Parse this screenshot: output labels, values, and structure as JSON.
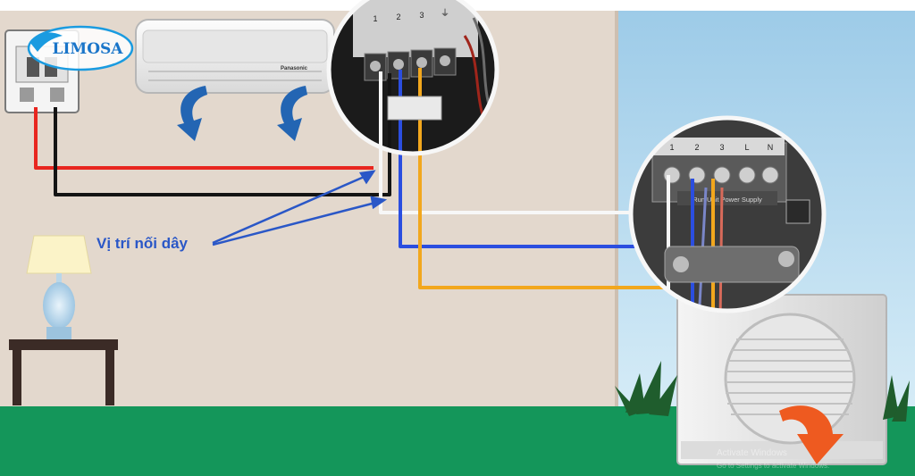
{
  "logo": {
    "text": "LIMOSA"
  },
  "indoor_unit": {
    "brand": "Panasonic"
  },
  "annotation": {
    "text": "Vị trí nối dây"
  },
  "indoor_terminal": {
    "labels": [
      "1",
      "2",
      "3",
      "⏚"
    ]
  },
  "outdoor_terminal": {
    "labels": [
      "1",
      "2",
      "3",
      "L",
      "N"
    ],
    "plate_text": "Run Unit Power Supply"
  },
  "watermark": {
    "line1": "Activate Windows",
    "line2": "Go to Settings to activate Windows."
  },
  "colors": {
    "wall": "#e3d8cd",
    "sky": "#aed5ec",
    "grass": "#14965a",
    "wire_red": "#e8261f",
    "wire_black": "#141414",
    "wire_white": "#f7f7f7",
    "wire_blue": "#2b4ee0",
    "wire_orange": "#f2a71d",
    "arrow_blue": "#2365b3",
    "arrow_orange": "#ee5a20",
    "annotation": "#2a57c7"
  }
}
